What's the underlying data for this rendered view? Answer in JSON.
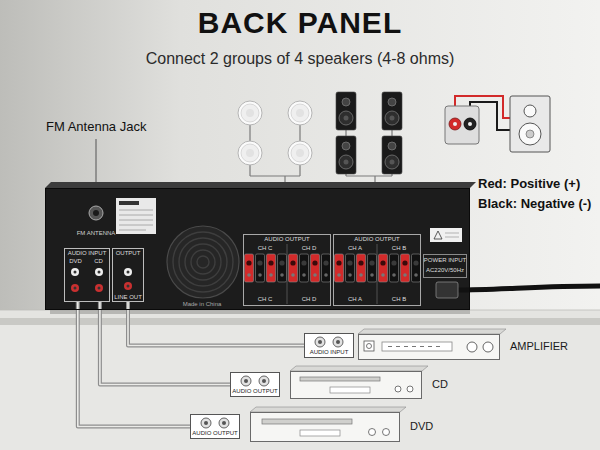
{
  "diagram": {
    "title": "BACK PANEL",
    "nodes": [
      {
        "text": [
          "FM ANTENNA",
          "Made in China"
        ]
      },
      {
        "text": [
          "AUDIO INPUT",
          "DVD",
          "CD"
        ],
        "in": 0
      },
      {
        "text": [
          "OUTPUT",
          "LINE OUT"
        ],
        "in": 0
      },
      {
        "text": [
          "AUDIO OUTPUT",
          "CH C",
          "CH D",
          "CH C",
          "CH D"
        ],
        "in": 0
      },
      {
        "text": [
          "AUDIO OUTPUT",
          "CH A",
          "CH B",
          "CH A",
          "CH B"
        ],
        "in": 0
      },
      {
        "text": [
          "POWER INPUT",
          "AC220V/50Hz"
        ],
        "in": 0
      },
      {
        "text": [
          "AUDIO INPUT"
        ]
      },
      {
        "text": [
          "AMPLIFIER"
        ]
      },
      {
        "text": [
          "AUDIO OUTPUT"
        ]
      },
      {
        "text": [
          "CD"
        ]
      },
      {
        "text": [
          "AUDIO OUTPUT"
        ]
      },
      {
        "text": [
          "DVD"
        ]
      }
    ],
    "edges": [
      {
        "from": 2,
        "to": 6,
        "arrow": "none"
      },
      {
        "from": 8,
        "to": 1,
        "arrow": "none"
      },
      {
        "from": 10,
        "to": 1,
        "arrow": "none"
      }
    ],
    "labels": [
      "Connect 2 groups of 4 speakers (4-8 ohms)",
      "FM Antenna Jack",
      "Red: Positive (+)",
      "Black: Negative (-)"
    ]
  }
}
